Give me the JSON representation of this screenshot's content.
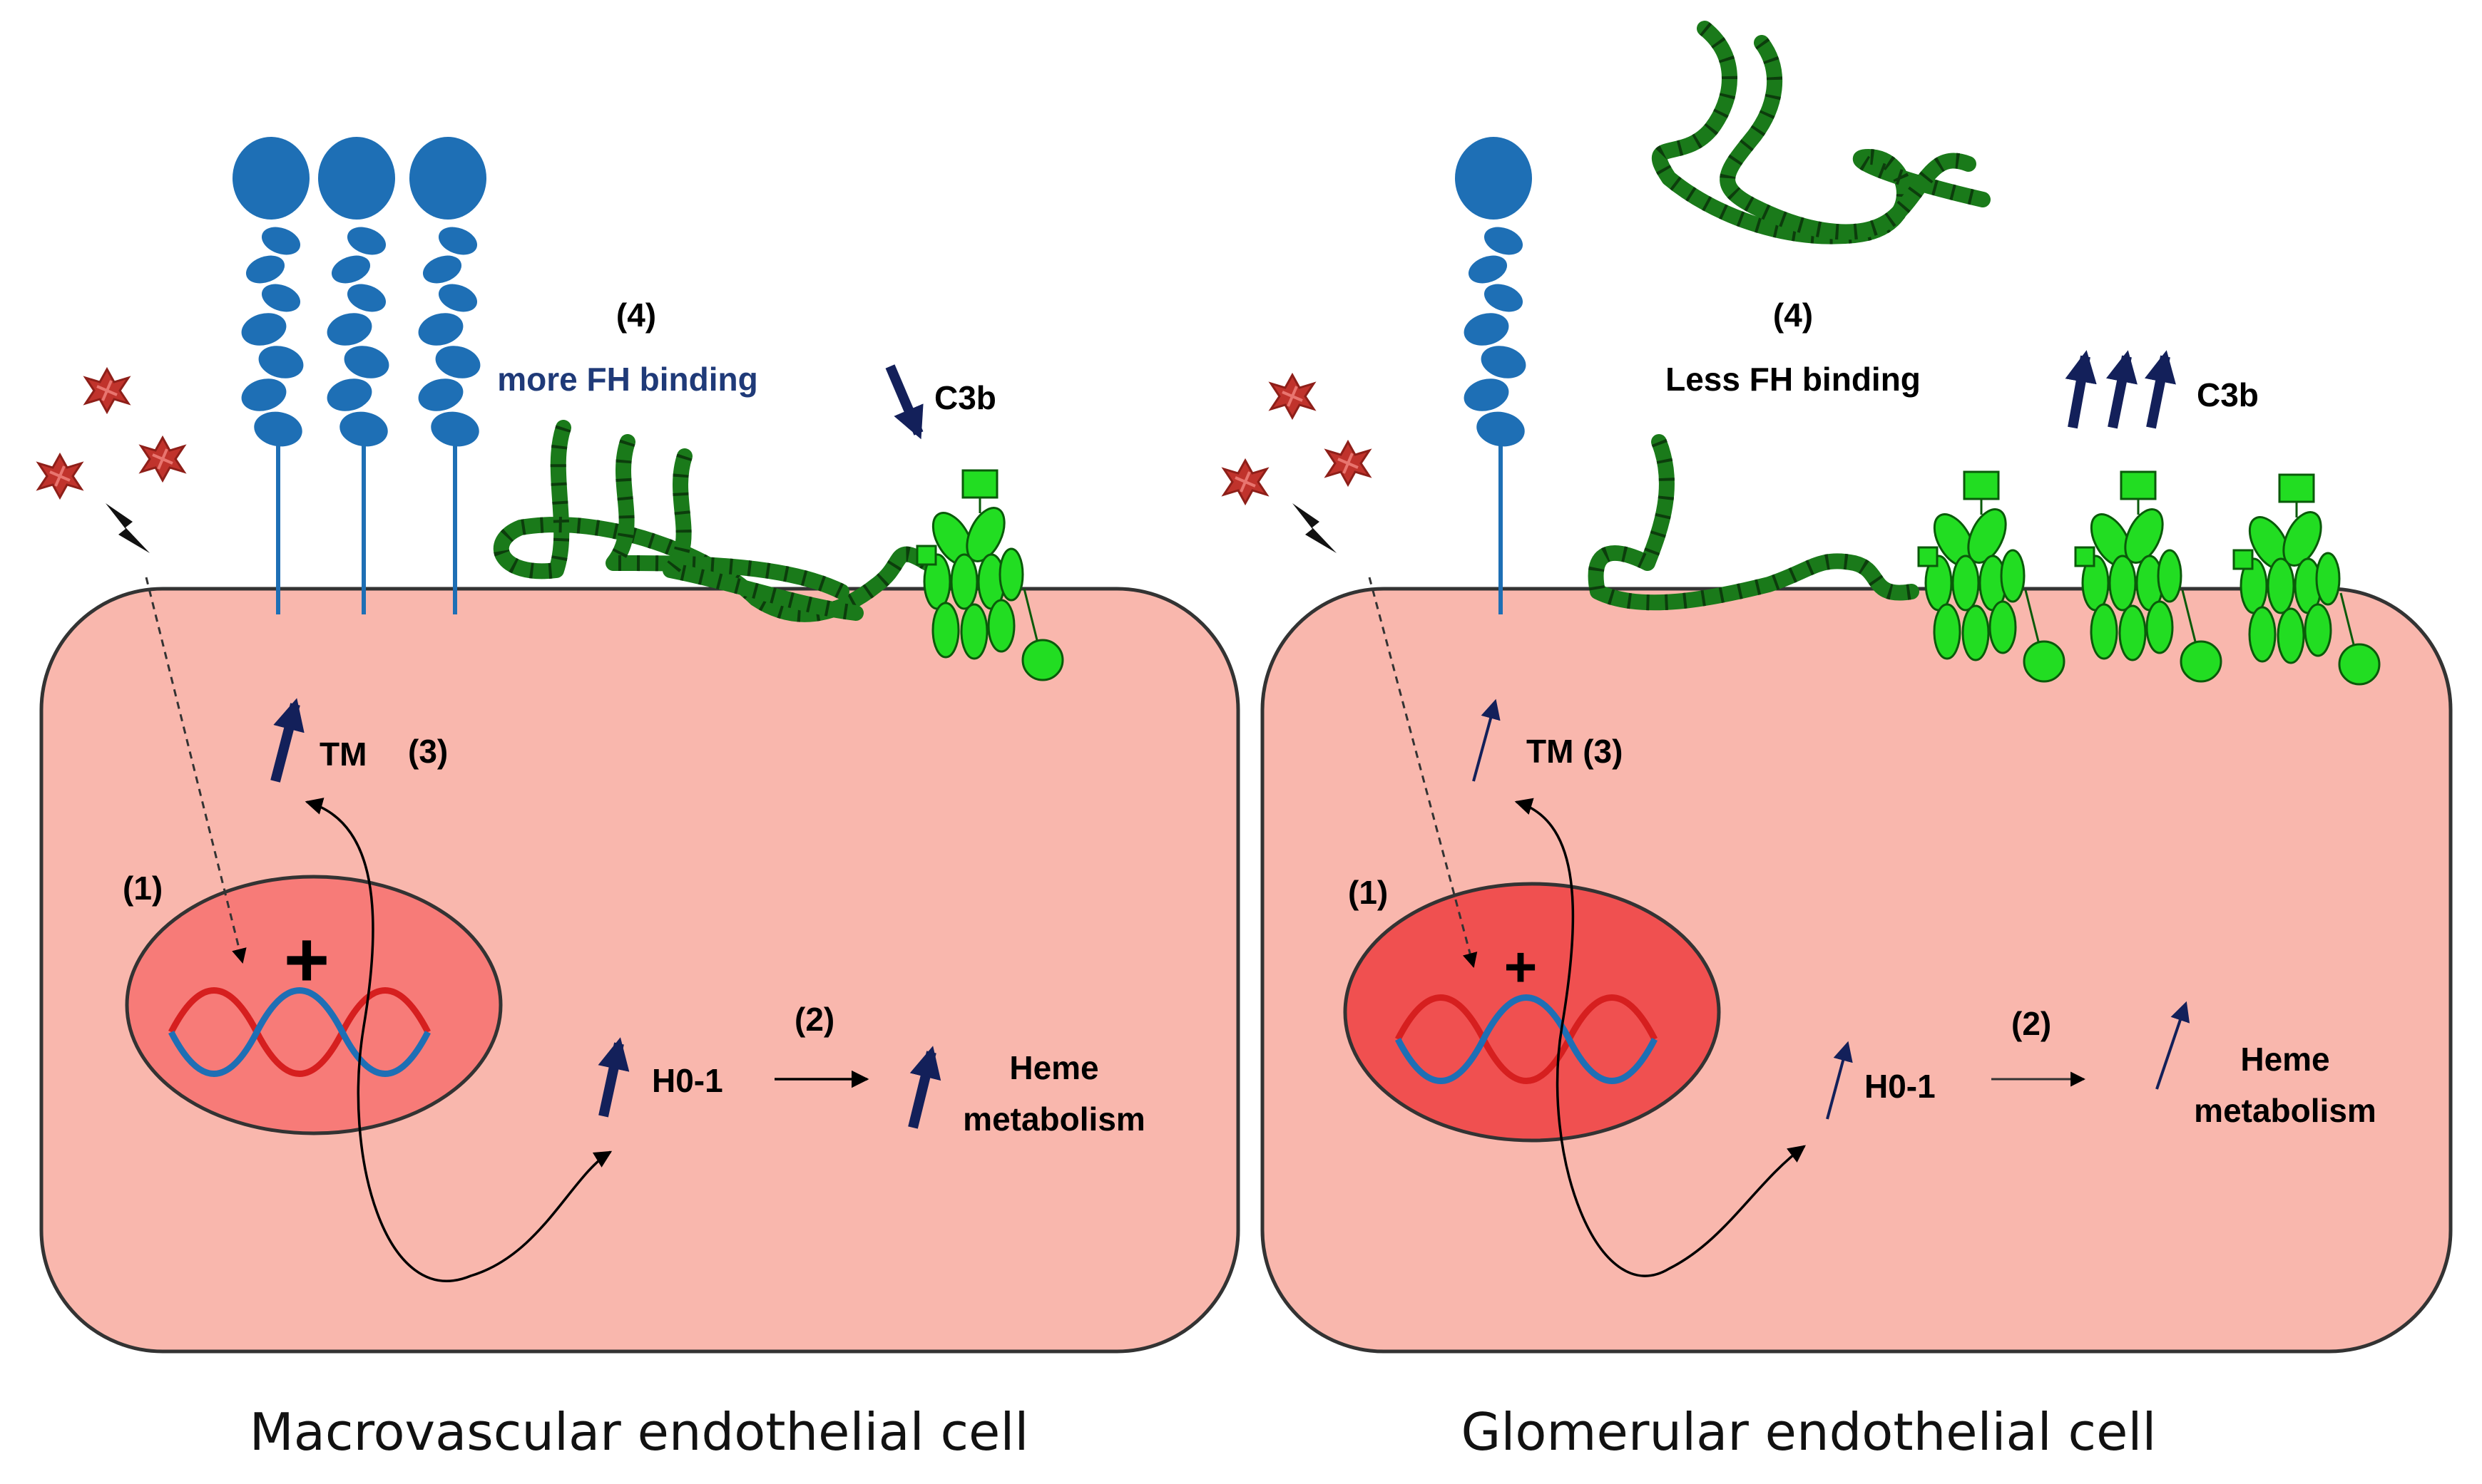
{
  "colors": {
    "cell_fill": "#f9b7ad",
    "cell_stroke": "#333333",
    "nucleus_left": "#f77b78",
    "nucleus_right": "#f05050",
    "tm_blue": "#1e6fb5",
    "fh_green": "#1a7a1a",
    "fh_dash": "#0c3d0c",
    "c3b_green": "#22dd22",
    "arrow_navy": "#13205a",
    "damage_red": "#c0332c"
  },
  "left": {
    "caption": "Macrovascular endothelial cell",
    "step1": "(1)",
    "plus": "+",
    "step2": "(2)",
    "tm_label": "TM",
    "step3": "(3)",
    "step4": "(4)",
    "fh_text": "more FH binding",
    "c3b": "C3b",
    "ho1": "H0-1",
    "heme1": "Heme",
    "heme2": "metabolism"
  },
  "right": {
    "caption": "Glomerular endothelial cell",
    "step1": "(1)",
    "plus": "+",
    "step2": "(2)",
    "tm_label": "TM (3)",
    "step4": "(4)",
    "fh_text": "Less FH binding",
    "c3b": "C3b",
    "ho1": "H0-1",
    "heme1": "Heme",
    "heme2": "metabolism"
  },
  "icons": [
    "damage-particle-icon",
    "lightning-icon",
    "dna-helix-icon",
    "thrombomodulin-icon",
    "factor-h-chain-icon",
    "c3b-complex-icon"
  ]
}
